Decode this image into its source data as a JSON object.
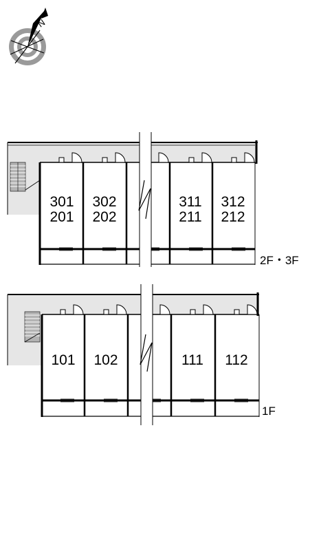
{
  "compass": {
    "icon": "north-compass-icon",
    "north_label": "N"
  },
  "floors": [
    {
      "id": "upper",
      "floor_label": "2F・3F",
      "units": [
        {
          "line1": "301",
          "line2": "201"
        },
        {
          "line1": "302",
          "line2": "202"
        },
        {
          "line1": "311",
          "line2": "211"
        },
        {
          "line1": "312",
          "line2": "212"
        }
      ]
    },
    {
      "id": "ground",
      "floor_label": "1F",
      "units": [
        {
          "line1": "101"
        },
        {
          "line1": "102"
        },
        {
          "line1": "111"
        },
        {
          "line1": "112"
        }
      ]
    }
  ],
  "colors": {
    "line": "#000000",
    "corridor": "#e6e6e6",
    "stairs": "#b3b3b3",
    "compass_ring": "#9a9a9a"
  }
}
